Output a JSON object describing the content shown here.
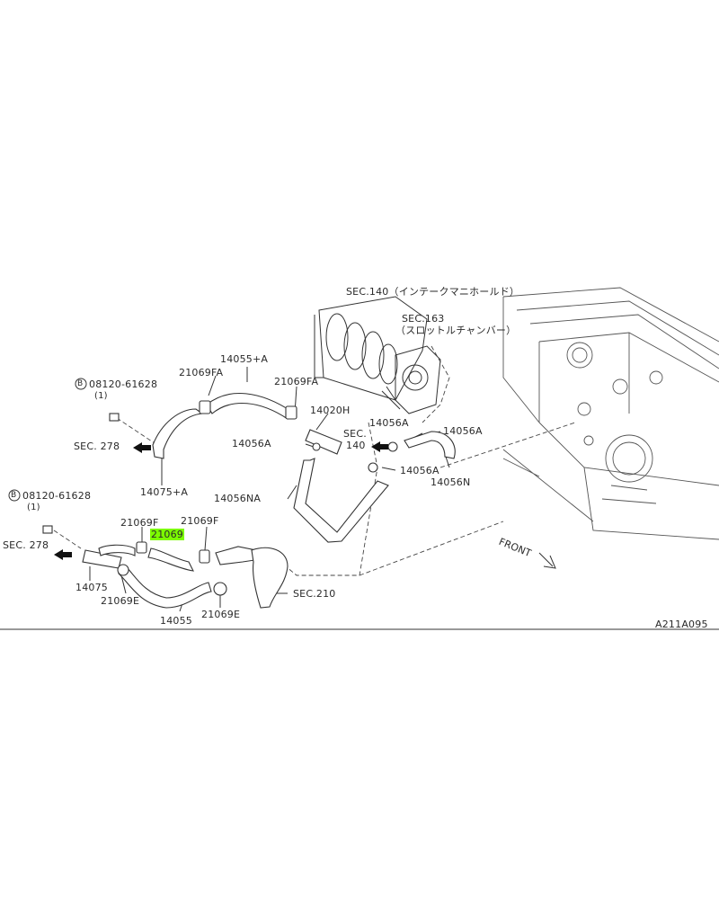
{
  "labels": {
    "sec140_intake": "SEC.140（インテークマニホールド）",
    "sec163": "SEC.163",
    "sec163_jp": "（スロットルチャンバー）",
    "p14055a": "14055+A",
    "p21069fa_left": "21069FA",
    "p21069fa_right": "21069FA",
    "bolt_top": "08120-61628",
    "bolt_top_qty": "(1)",
    "p14020h": "14020H",
    "p14056a_1": "14056A",
    "p14056a_2": "14056A",
    "p14056a_3": "14056A",
    "p14056a_4": "14056A",
    "sec140_mid_1": "SEC.",
    "sec140_mid_2": "140",
    "sec278_top": "SEC. 278",
    "p14075a": "14075+A",
    "p14056n": "14056N",
    "p14056na": "14056NA",
    "bolt_bot": "08120-61628",
    "bolt_bot_qty": "(1)",
    "p21069f_left": "21069F",
    "p21069f_right": "21069F",
    "p21069_highlight": "21069",
    "sec278_bot": "SEC. 278",
    "p14075": "14075",
    "p21069e_left": "21069E",
    "p21069e_right": "21069E",
    "p14055": "14055",
    "sec210": "SEC.210",
    "front": "FRONT",
    "diagram_code": "A211A095",
    "bolt_symbol": "B"
  },
  "colors": {
    "highlight": "#7CFC00",
    "line": "#333333"
  }
}
